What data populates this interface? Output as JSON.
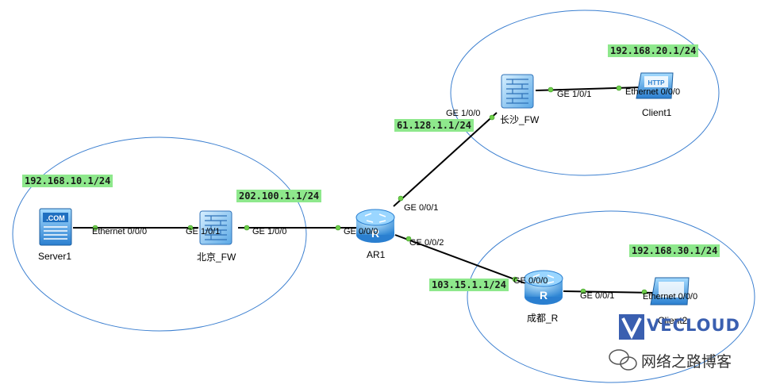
{
  "zones": [
    "beijing-zone",
    "changsha-zone",
    "chengdu-zone"
  ],
  "devices": {
    "server1": "Server1",
    "beijing_fw": "北京_FW",
    "ar1": "AR1",
    "changsha_fw": "长沙_FW",
    "client1": "Client1",
    "chengdu_r": "成都_R",
    "client2": "Client2",
    "server_badge": ".COM",
    "client1_badge": "HTTP"
  },
  "subnets": {
    "beijing_lan": "192.168.10.1/24",
    "beijing_wan": "202.100.1.1/24",
    "changsha_lan": "192.168.20.1/24",
    "changsha_wan": "61.128.1.1/24",
    "chengdu_lan": "192.168.30.1/24",
    "chengdu_wan": "103.15.1.1/24"
  },
  "ports": {
    "server1_eth": "Ethernet 0/0/0",
    "bjfw_ge101": "GE 1/0/1",
    "bjfw_ge100": "GE 1/0/0",
    "ar1_ge000": "GE 0/0/0",
    "ar1_ge001": "GE 0/0/1",
    "ar1_ge002": "GE 0/0/2",
    "csfw_ge100": "GE 1/0/0",
    "csfw_ge101": "GE 1/0/1",
    "client1_eth": "Ethernet 0/0/0",
    "cdr_ge000": "GE 0/0/0",
    "cdr_ge001": "GE 0/0/1",
    "client2_eth": "Ethernet 0/0/0"
  },
  "links": [
    {
      "from": "Server1",
      "to": "北京_FW"
    },
    {
      "from": "北京_FW",
      "to": "AR1"
    },
    {
      "from": "AR1",
      "to": "长沙_FW"
    },
    {
      "from": "AR1",
      "to": "成都_R"
    },
    {
      "from": "长沙_FW",
      "to": "Client1"
    },
    {
      "from": "成都_R",
      "to": "Client2"
    }
  ],
  "watermark": {
    "brand": "VECLOUD",
    "blog": "网络之路博客"
  },
  "colors": {
    "zone_outline": "#3b7fd0",
    "subnet_label_bg": "#8ee88c",
    "port_dot": "#6fcf4a",
    "link": "#000000",
    "device_blue": "#2f8ad6"
  }
}
